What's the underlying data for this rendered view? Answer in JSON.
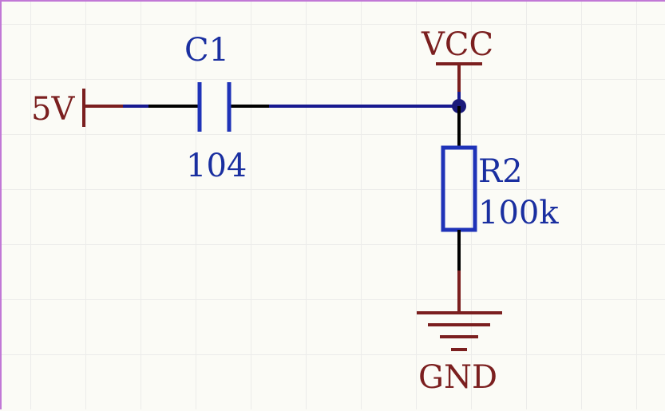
{
  "title": "",
  "colors": {
    "wire": "#17198f",
    "pin": "#000000",
    "power_symbol": "#7b1f1f",
    "component": "#1f33b8",
    "junction": "#1a1a7a",
    "grid": "#ececea",
    "border": "#c178d6"
  },
  "power": {
    "source_label": "5V",
    "vcc_label": "VCC",
    "gnd_label": "GND"
  },
  "components": {
    "capacitor": {
      "designator": "C1",
      "value": "104"
    },
    "resistor": {
      "designator": "R2",
      "value": "100k"
    }
  }
}
